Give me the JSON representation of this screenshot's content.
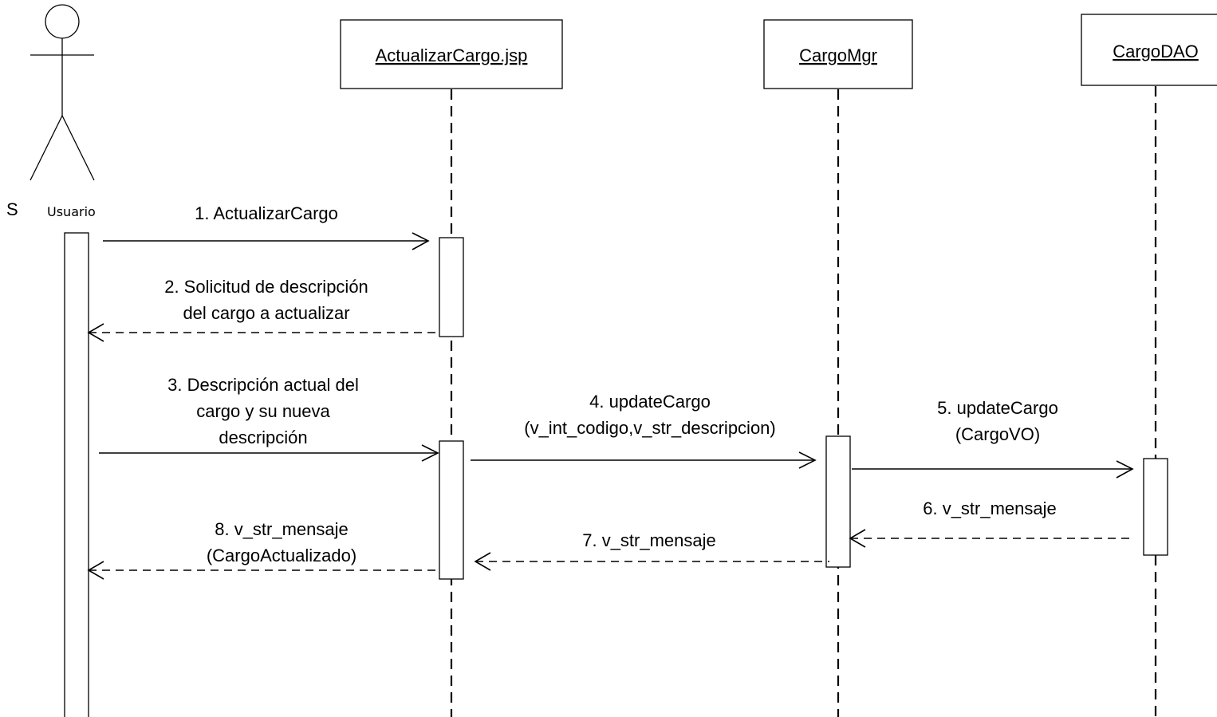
{
  "actor": {
    "name": "Usuario",
    "clipped_label": "S"
  },
  "objects": [
    {
      "id": "jsp",
      "label": "ActualizarCargo.jsp"
    },
    {
      "id": "mgr",
      "label": "CargoMgr"
    },
    {
      "id": "dao",
      "label": "CargoDAO"
    }
  ],
  "messages": [
    {
      "lines": [
        "1. ActualizarCargo"
      ],
      "type": "call"
    },
    {
      "lines": [
        "2. Solicitud de descripción",
        "del cargo a actualizar"
      ],
      "type": "return"
    },
    {
      "lines": [
        "3. Descripción actual del",
        "cargo y su nueva",
        "descripción"
      ],
      "type": "call"
    },
    {
      "lines": [
        "4. updateCargo",
        "(v_int_codigo,v_str_descripcion)"
      ],
      "type": "call"
    },
    {
      "lines": [
        "5. updateCargo",
        "(CargoVO)"
      ],
      "type": "call"
    },
    {
      "lines": [
        "6. v_str_mensaje"
      ],
      "type": "return"
    },
    {
      "lines": [
        "7. v_str_mensaje"
      ],
      "type": "return"
    },
    {
      "lines": [
        "8. v_str_mensaje",
        "(CargoActualizado)"
      ],
      "type": "return"
    }
  ]
}
